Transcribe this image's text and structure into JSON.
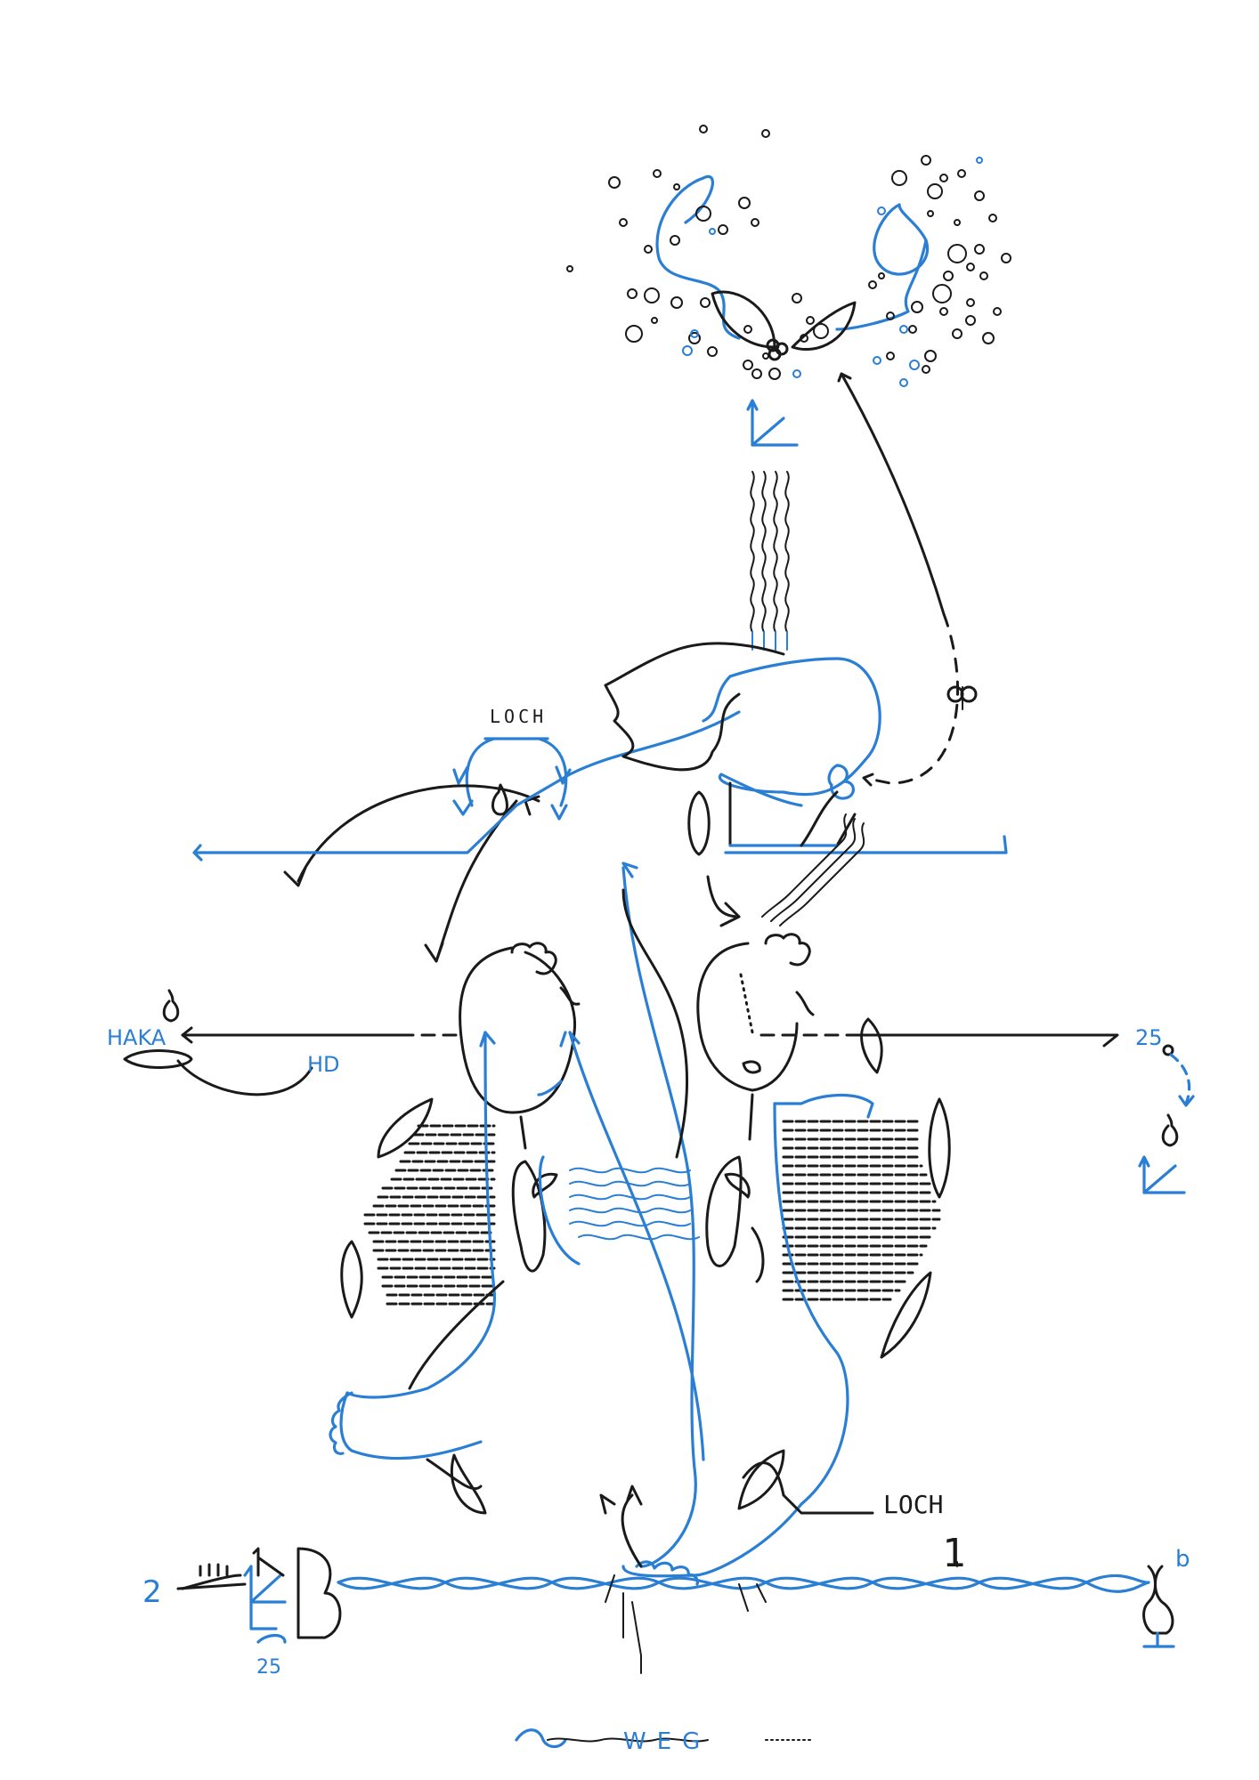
{
  "labels": {
    "loch_top": "LOCH",
    "haka": "HAKA",
    "hd": "HD",
    "num_25_right": "25",
    "loch_bottom": "LOCH",
    "num_1": "1",
    "num_2": "2",
    "num_25_bottom": "25",
    "letter_b": "b",
    "weg": "WEG"
  },
  "colors": {
    "ink_black": "#1a1a1a",
    "ink_blue": "#2a7fd4",
    "paper": "#ffffff"
  }
}
